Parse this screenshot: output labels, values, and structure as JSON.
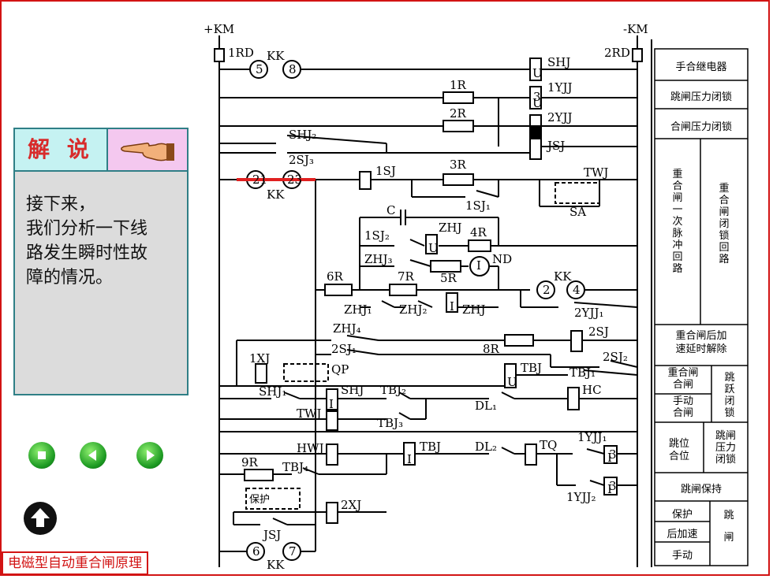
{
  "caption": "电磁型自动重合闸原理",
  "panel": {
    "title": "解 说",
    "text": "接下来，\n我们分析一下线\n路发生瞬时性故\n障的情况。"
  },
  "icons": {
    "hand": "pointing-hand-icon",
    "stop": "stop-icon",
    "prev": "back-icon",
    "next": "forward-icon",
    "home": "up-arrow-icon"
  },
  "bus": {
    "plus": "+KM",
    "minus": "-KM",
    "fuse_left": "1RD",
    "fuse_right": "2RD"
  },
  "labels": {
    "kk": "KK",
    "c5": "5",
    "c8": "8",
    "c21": "21",
    "c23": "23",
    "c2": "2",
    "c4": "4",
    "c6": "6",
    "c7": "7",
    "shj": "SHJ",
    "yjj1": "1YJJ",
    "yjj2": "2YJJ",
    "jsj": "JSJ",
    "r1": "1R",
    "r2": "2R",
    "r3": "3R",
    "r4": "4R",
    "r5": "5R",
    "r6": "6R",
    "r7": "7R",
    "r8": "8R",
    "r9": "9R",
    "shj2": "SHJ₂",
    "sj2s3": "2SJ₃",
    "sj1": "1SJ",
    "sj1c": "1SJ₁",
    "sj1b": "1SJ₂",
    "twj": "TWJ",
    "sa": "SA",
    "c": "C",
    "zhj": "ZHJ",
    "zhj3": "ZHJ₃",
    "nd": "ND",
    "zhj1": "ZHJ₁",
    "zhj2": "ZHJ₂",
    "zhjc": "ZHJ",
    "yjj2c": "2YJJ₁",
    "zhj4": "ZHJ₄",
    "sj2": "2SJ",
    "sj2c1": "2SJ₁",
    "sj2c2": "2SJ₂",
    "xj1": "1XJ",
    "qp": "QP",
    "tbj": "TBJ",
    "tbj1": "TBJ₁",
    "shj1": "SHJ₁",
    "shjc": "SHJ",
    "tbj2": "TBJ₂",
    "dl1": "DL₁",
    "hc": "HC",
    "twjc": "TWJ",
    "tbj3": "TBJ₃",
    "hwj": "HWJ",
    "tbjc2": "TBJ",
    "dl2": "DL₂",
    "tq": "TQ",
    "yjj1c": "1YJJ₁",
    "tbj4": "TBJ₄",
    "yjj1c2": "1YJJ₂",
    "prot": "保护",
    "xj2": "2XJ",
    "jsjc": "JSJ",
    "n3a": "3",
    "n3b": "3",
    "n3c": "3",
    "u1": "U",
    "u2": "U",
    "u3": "U",
    "u4": "U",
    "i1": "I",
    "i2": "I",
    "i3": "I",
    "i4": "I",
    "i5": "I",
    "i6": "I"
  },
  "legend": {
    "l1": "手合继电器",
    "l2": "跳闸压力闭锁",
    "l3": "合闸压力闭锁",
    "l4a": "重\n合\n闸\n一\n次\n脉\n冲\n回\n路",
    "l4b": "重\n合\n闸\n闭\n锁\n回\n路",
    "l5": "重合闸后加\n速延时解除",
    "l6a": "重合闸\n合闸",
    "l6b": "手动\n合闸",
    "l6c": "跳\n跃\n闭\n锁",
    "l7a": "跳位\n合位",
    "l7b": "跳闸\n压力\n闭锁",
    "l8": "跳闸保持",
    "l9a": "保护",
    "l9b": "后加速",
    "l9c": "手动",
    "l9d": "跳\n\n闸"
  },
  "colors": {
    "frame": "#d21414",
    "highlight": "#e02020",
    "panel_border": "#2f7f86"
  }
}
